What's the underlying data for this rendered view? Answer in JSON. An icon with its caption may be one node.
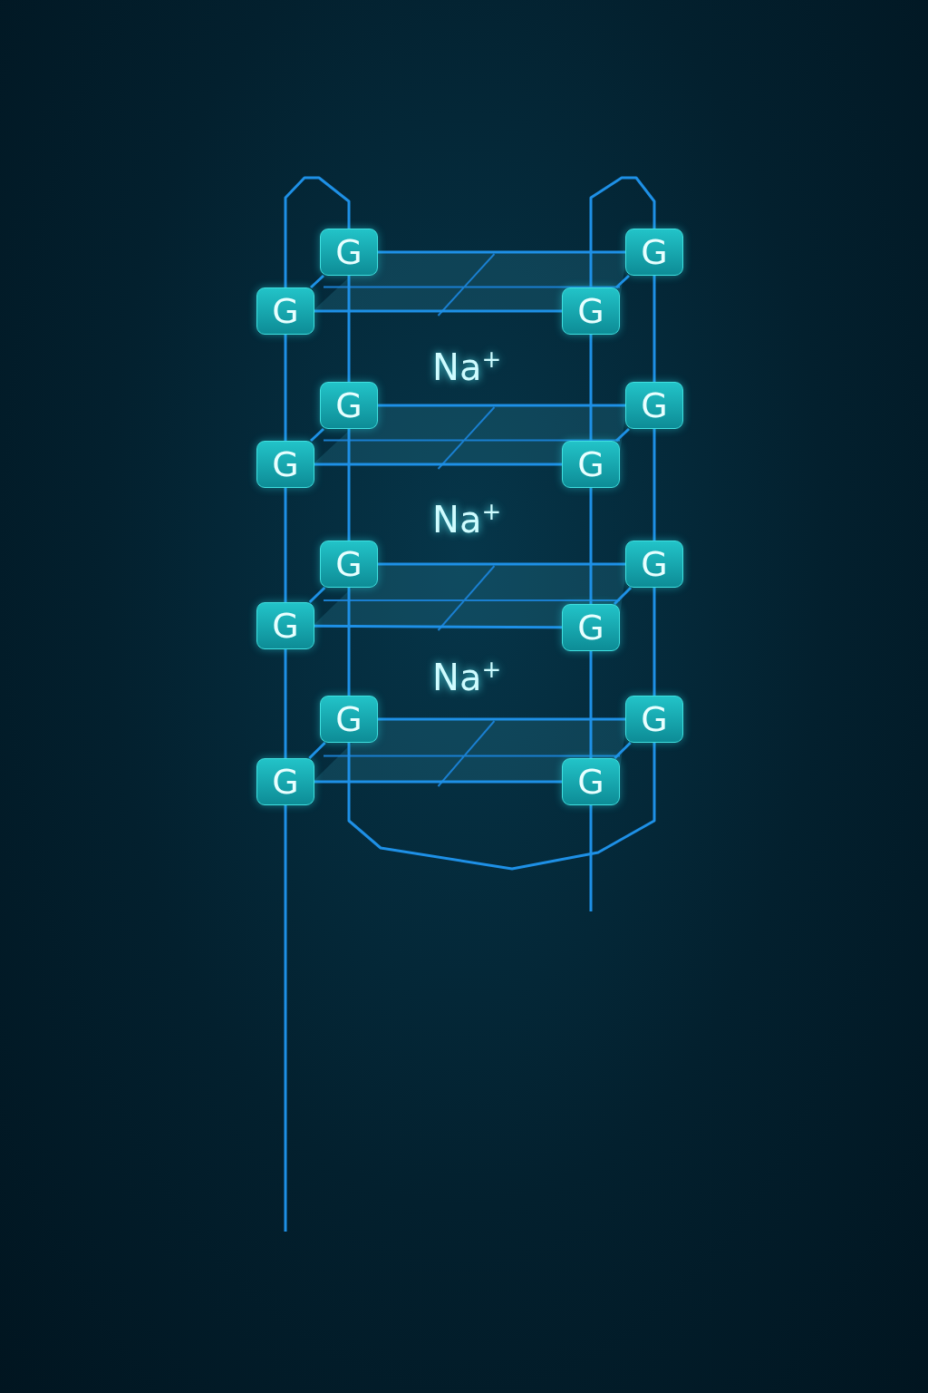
{
  "diagram": {
    "nodes": [
      {
        "text": [
          "G"
        ]
      },
      {
        "text": [
          "G"
        ]
      },
      {
        "text": [
          "G"
        ]
      },
      {
        "text": [
          "G"
        ]
      },
      {
        "text": [
          "Na$^{+}$"
        ]
      },
      {
        "text": [
          "G"
        ]
      },
      {
        "text": [
          "G"
        ]
      },
      {
        "text": [
          "G"
        ]
      },
      {
        "text": [
          "G"
        ]
      },
      {
        "text": [
          "Na$^{+}$"
        ]
      },
      {
        "text": [
          "G"
        ]
      },
      {
        "text": [
          "G"
        ]
      },
      {
        "text": [
          "G"
        ]
      },
      {
        "text": [
          "G"
        ]
      },
      {
        "text": [
          "Na$^{+}$"
        ]
      },
      {
        "text": [
          "G"
        ]
      },
      {
        "text": [
          "G"
        ]
      },
      {
        "text": [
          "G"
        ]
      },
      {
        "text": [
          "G"
        ]
      }
    ],
    "edges": [
      {
        "from": null,
        "to": 17,
        "arrow": "none"
      },
      {
        "from": 17,
        "to": 12,
        "arrow": "none"
      },
      {
        "from": 12,
        "to": 7,
        "arrow": "none"
      },
      {
        "from": 7,
        "to": 2,
        "arrow": "none"
      },
      {
        "from": 2,
        "to": 0,
        "arrow": "none"
      },
      {
        "from": 0,
        "to": 5,
        "arrow": "none"
      },
      {
        "from": 5,
        "to": 10,
        "arrow": "none"
      },
      {
        "from": 10,
        "to": 15,
        "arrow": "none"
      },
      {
        "from": 15,
        "to": 16,
        "arrow": "none"
      },
      {
        "from": 16,
        "to": 11,
        "arrow": "none"
      },
      {
        "from": 11,
        "to": 6,
        "arrow": "none"
      },
      {
        "from": 6,
        "to": 1,
        "arrow": "none"
      },
      {
        "from": 1,
        "to": 3,
        "arrow": "none"
      },
      {
        "from": 3,
        "to": 8,
        "arrow": "none"
      },
      {
        "from": 8,
        "to": 13,
        "arrow": "none"
      },
      {
        "from": 13,
        "to": 18,
        "arrow": "none"
      },
      {
        "from": 18,
        "to": null,
        "arrow": "none"
      },
      {
        "from": 0,
        "to": 1,
        "arrow": "none"
      },
      {
        "from": 2,
        "to": 3,
        "arrow": "none"
      },
      {
        "from": 2,
        "to": 0,
        "arrow": "none"
      },
      {
        "from": 3,
        "to": 1,
        "arrow": "none"
      },
      {
        "from": 5,
        "to": 6,
        "arrow": "none"
      },
      {
        "from": 7,
        "to": 8,
        "arrow": "none"
      },
      {
        "from": 7,
        "to": 5,
        "arrow": "none"
      },
      {
        "from": 8,
        "to": 6,
        "arrow": "none"
      },
      {
        "from": 10,
        "to": 11,
        "arrow": "none"
      },
      {
        "from": 12,
        "to": 13,
        "arrow": "none"
      },
      {
        "from": 12,
        "to": 10,
        "arrow": "none"
      },
      {
        "from": 13,
        "to": 11,
        "arrow": "none"
      },
      {
        "from": 15,
        "to": 16,
        "arrow": "none"
      },
      {
        "from": 17,
        "to": 18,
        "arrow": "none"
      },
      {
        "from": 17,
        "to": 15,
        "arrow": "none"
      },
      {
        "from": 18,
        "to": 16,
        "arrow": "none"
      }
    ]
  }
}
